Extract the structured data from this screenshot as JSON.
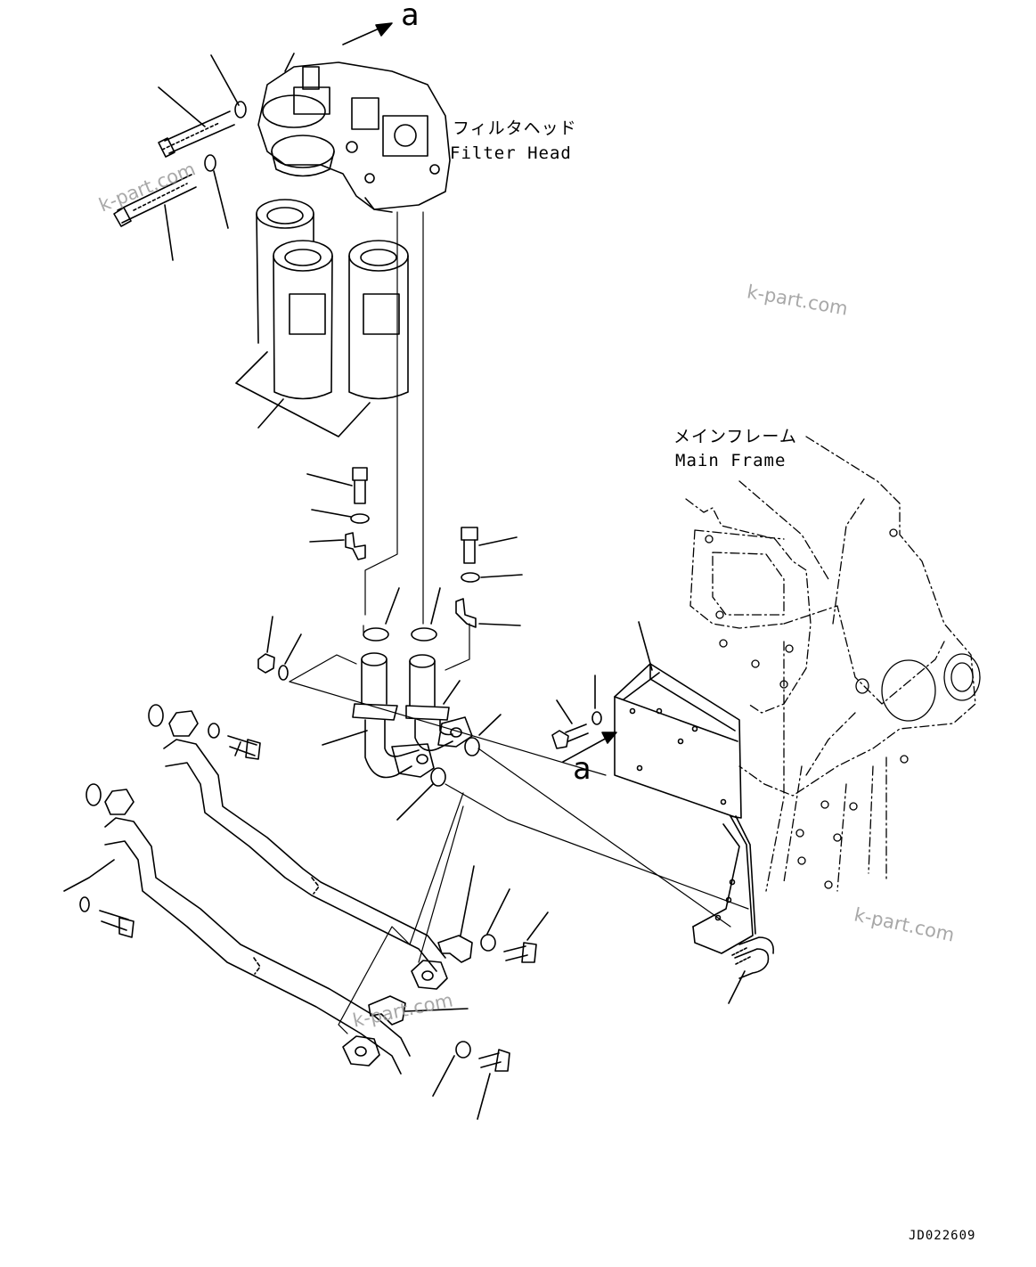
{
  "labels": {
    "filter_head_jp": "フィルタヘッド",
    "filter_head_en": "Filter Head",
    "main_frame_jp": "メインフレーム",
    "main_frame_en": "Main Frame"
  },
  "reference_marks": {
    "top": "a",
    "bracket": "a"
  },
  "watermarks": [
    "k-part.com",
    "k-part.com",
    "k-part.com",
    "k-part.com"
  ],
  "drawing_code": "JD022609",
  "colors": {
    "line": "#000000",
    "watermark": "#9a9a9a",
    "background": "#ffffff"
  }
}
